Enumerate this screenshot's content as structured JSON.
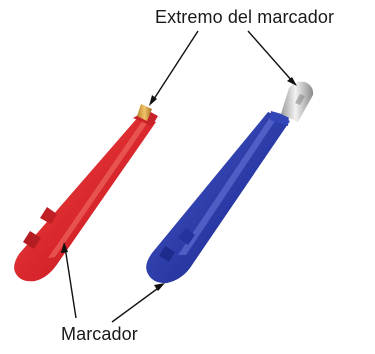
{
  "labels": {
    "tip": "Extremo del marcador",
    "marker": "Marcador"
  },
  "colors": {
    "red_marker": "#d8262c",
    "blue_marker": "#2a3aa6",
    "tip_gold": "#d9a23a",
    "tip_silver": "#cfcfcf"
  },
  "icons": {
    "red_marker": "red-marker",
    "blue_marker": "blue-marker"
  }
}
